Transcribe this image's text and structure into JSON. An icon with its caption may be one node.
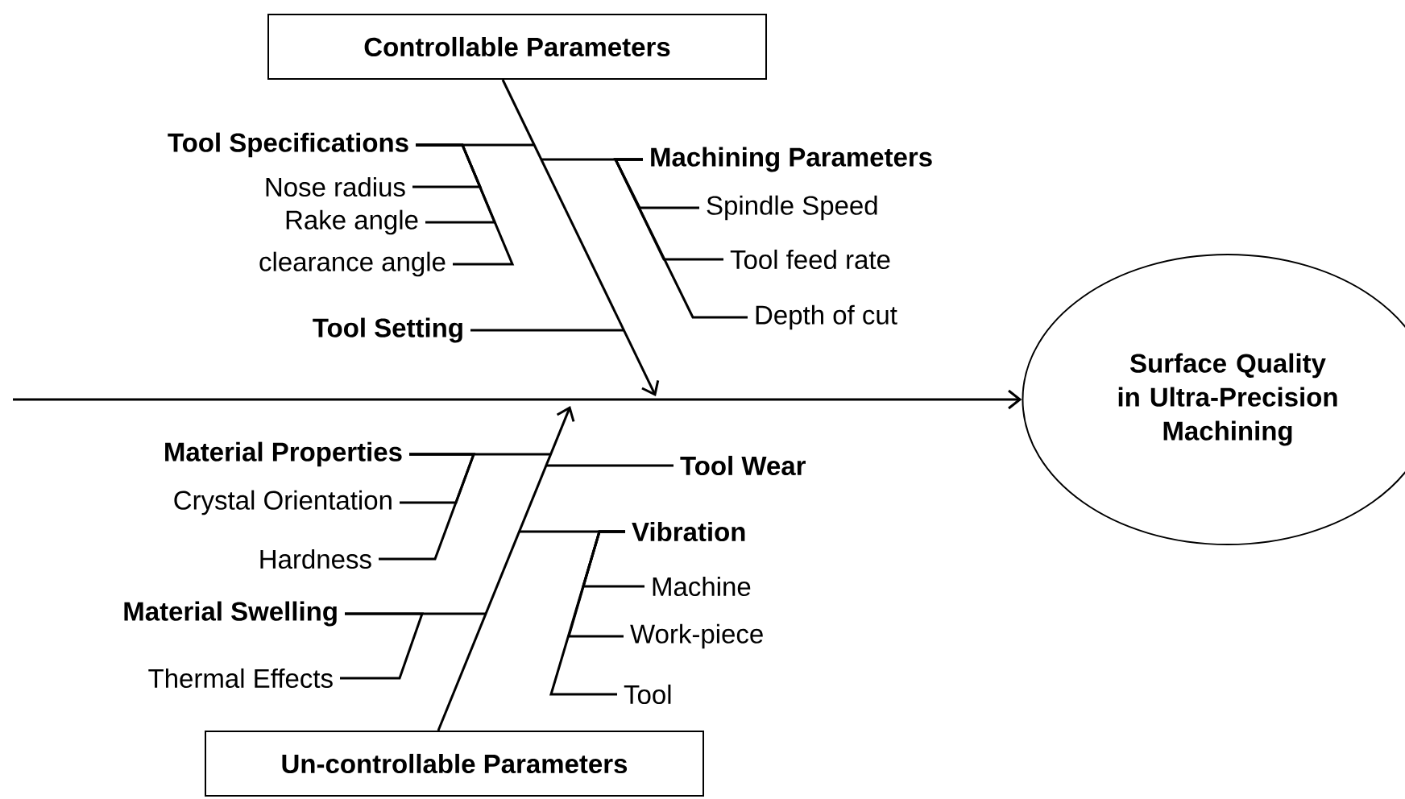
{
  "diagram": {
    "nodes": [
      {
        "text": [
          "Controllable Parameters"
        ]
      },
      {
        "text": [
          "Tool Specifications"
        ]
      },
      {
        "text": [
          "Nose radius"
        ]
      },
      {
        "text": [
          "Rake angle"
        ]
      },
      {
        "text": [
          "clearance angle"
        ]
      },
      {
        "text": [
          "Machining Parameters"
        ]
      },
      {
        "text": [
          "Spindle Speed"
        ]
      },
      {
        "text": [
          "Tool feed rate"
        ]
      },
      {
        "text": [
          "Depth of cut"
        ]
      },
      {
        "text": [
          "Tool Setting"
        ]
      },
      {
        "text": [
          "Surface Quality in Ultra-Precision Machining"
        ]
      },
      {
        "text": [
          "Material Properties"
        ]
      },
      {
        "text": [
          "Tool Wear"
        ]
      },
      {
        "text": [
          "Crystal Orientation"
        ]
      },
      {
        "text": [
          "Hardness"
        ]
      },
      {
        "text": [
          "Vibration"
        ]
      },
      {
        "text": [
          "Machine"
        ]
      },
      {
        "text": [
          "Material Swelling"
        ]
      },
      {
        "text": [
          "Work-piece"
        ]
      },
      {
        "text": [
          "Thermal Effects"
        ]
      },
      {
        "text": [
          "Tool"
        ]
      },
      {
        "text": [
          "Un-controllable Parameters"
        ]
      }
    ],
    "edges": [
      {
        "from": null,
        "to": 10,
        "arrow": "to"
      },
      {
        "from": 0,
        "to": null,
        "arrow": "to"
      },
      {
        "from": 1,
        "to": null,
        "arrow": "none"
      },
      {
        "from": 2,
        "to": 1,
        "arrow": "none"
      },
      {
        "from": 3,
        "to": 1,
        "arrow": "none"
      },
      {
        "from": 4,
        "to": 1,
        "arrow": "none"
      },
      {
        "from": 5,
        "to": null,
        "arrow": "none"
      },
      {
        "from": 6,
        "to": 5,
        "arrow": "none"
      },
      {
        "from": 7,
        "to": 5,
        "arrow": "none"
      },
      {
        "from": 8,
        "to": 5,
        "arrow": "none"
      },
      {
        "from": 9,
        "to": null,
        "arrow": "none"
      },
      {
        "from": 21,
        "to": null,
        "arrow": "to"
      },
      {
        "from": 11,
        "to": null,
        "arrow": "none"
      },
      {
        "from": 13,
        "to": 11,
        "arrow": "none"
      },
      {
        "from": 14,
        "to": 11,
        "arrow": "none"
      },
      {
        "from": 12,
        "to": null,
        "arrow": "none"
      },
      {
        "from": 15,
        "to": null,
        "arrow": "none"
      },
      {
        "from": 16,
        "to": 15,
        "arrow": "none"
      },
      {
        "from": 18,
        "to": 15,
        "arrow": "none"
      },
      {
        "from": 20,
        "to": 15,
        "arrow": "none"
      },
      {
        "from": 17,
        "to": null,
        "arrow": "none"
      },
      {
        "from": 19,
        "to": 17,
        "arrow": "none"
      }
    ]
  }
}
